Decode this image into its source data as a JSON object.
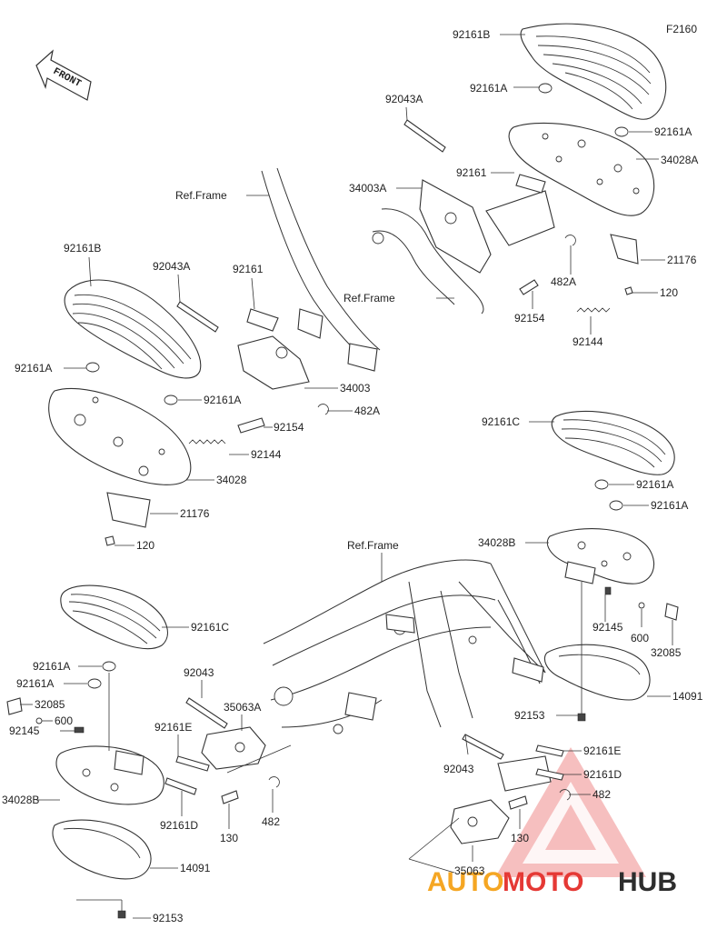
{
  "diagram_code": "F2160",
  "front_label": "FRONT",
  "watermark": {
    "auto": "AUTO",
    "moto": "MOTO",
    "hub": "HUB"
  },
  "colors": {
    "line": "#333333",
    "watermark_red": "#e53935",
    "watermark_orange": "#f5a623",
    "watermark_dark": "#2d2d2d"
  },
  "labels": {
    "tr_92161B": "92161B",
    "tr_92161A_1": "92161A",
    "tr_92043A": "92043A",
    "tr_92161A_2": "92161A",
    "tr_34028A": "34028A",
    "tr_92161": "92161",
    "tr_34003A": "34003A",
    "tr_21176": "21176",
    "tr_482A": "482A",
    "tr_120": "120",
    "tr_ref_frame": "Ref.Frame",
    "tr_92154": "92154",
    "tr_92144": "92144",
    "tl_ref_frame": "Ref.Frame",
    "tl_92161B": "92161B",
    "tl_92043A": "92043A",
    "tl_92161": "92161",
    "tl_92161A_1": "92161A",
    "tl_92161A_2": "92161A",
    "tl_34003": "34003",
    "tl_482A": "482A",
    "tl_92154": "92154",
    "tl_92144": "92144",
    "tl_34028": "34028",
    "tl_21176": "21176",
    "tl_120": "120",
    "mr_92161C": "92161C",
    "mr_92161A_1": "92161A",
    "mr_92161A_2": "92161A",
    "mr_34028B": "34028B",
    "mr_92145": "92145",
    "mr_600": "600",
    "mr_32085": "32085",
    "mr_14091": "14091",
    "mr_92153": "92153",
    "c_ref_frame": "Ref.Frame",
    "bl_92161C": "92161C",
    "bl_92161A_1": "92161A",
    "bl_92161A_2": "92161A",
    "bl_32085": "32085",
    "bl_600": "600",
    "bl_92145": "92145",
    "bl_34028B": "34028B",
    "bl_14091": "14091",
    "bl_92153": "92153",
    "bc_92043": "92043",
    "bc_35063A": "35063A",
    "bc_92161E": "92161E",
    "bc_92161D": "92161D",
    "bc_130": "130",
    "bc_482": "482",
    "br_92043": "92043",
    "br_92161E": "92161E",
    "br_92161D": "92161D",
    "br_482": "482",
    "br_130": "130",
    "br_35063": "35063"
  }
}
